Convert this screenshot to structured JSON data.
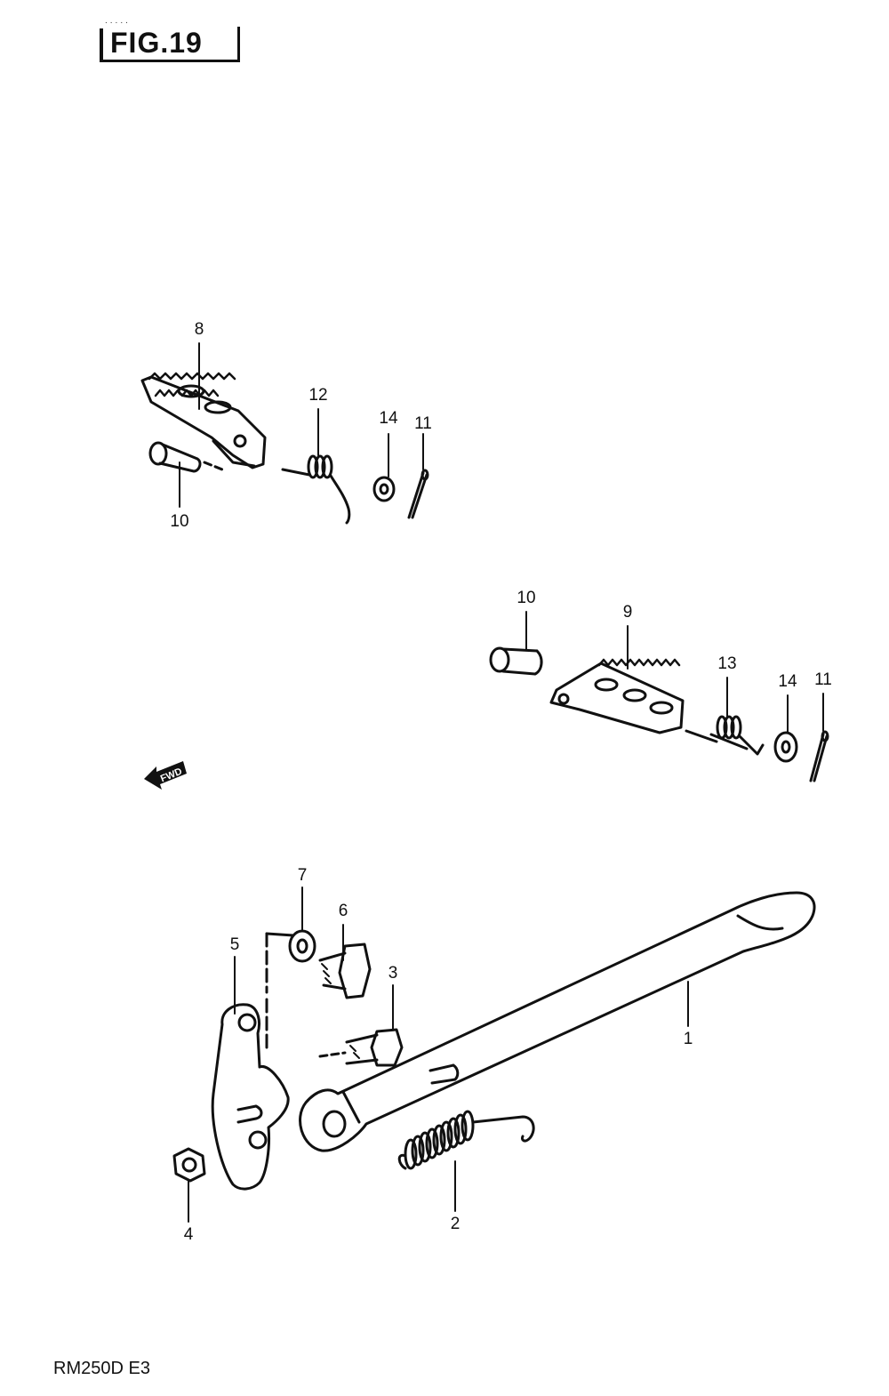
{
  "figure": {
    "title": "FIG.19"
  },
  "footer": {
    "model_code": "RM250D E3"
  },
  "fwd_label": "FWD",
  "callouts": [
    {
      "id": "p8",
      "text": "8"
    },
    {
      "id": "p12",
      "text": "12"
    },
    {
      "id": "p14a",
      "text": "14"
    },
    {
      "id": "p11a",
      "text": "11"
    },
    {
      "id": "p10a",
      "text": "10"
    },
    {
      "id": "p10b",
      "text": "10"
    },
    {
      "id": "p9",
      "text": "9"
    },
    {
      "id": "p13",
      "text": "13"
    },
    {
      "id": "p14b",
      "text": "14"
    },
    {
      "id": "p11b",
      "text": "11"
    },
    {
      "id": "p7",
      "text": "7"
    },
    {
      "id": "p6",
      "text": "6"
    },
    {
      "id": "p5",
      "text": "5"
    },
    {
      "id": "p3",
      "text": "3"
    },
    {
      "id": "p1",
      "text": "1"
    },
    {
      "id": "p4",
      "text": "4"
    },
    {
      "id": "p2",
      "text": "2"
    }
  ]
}
